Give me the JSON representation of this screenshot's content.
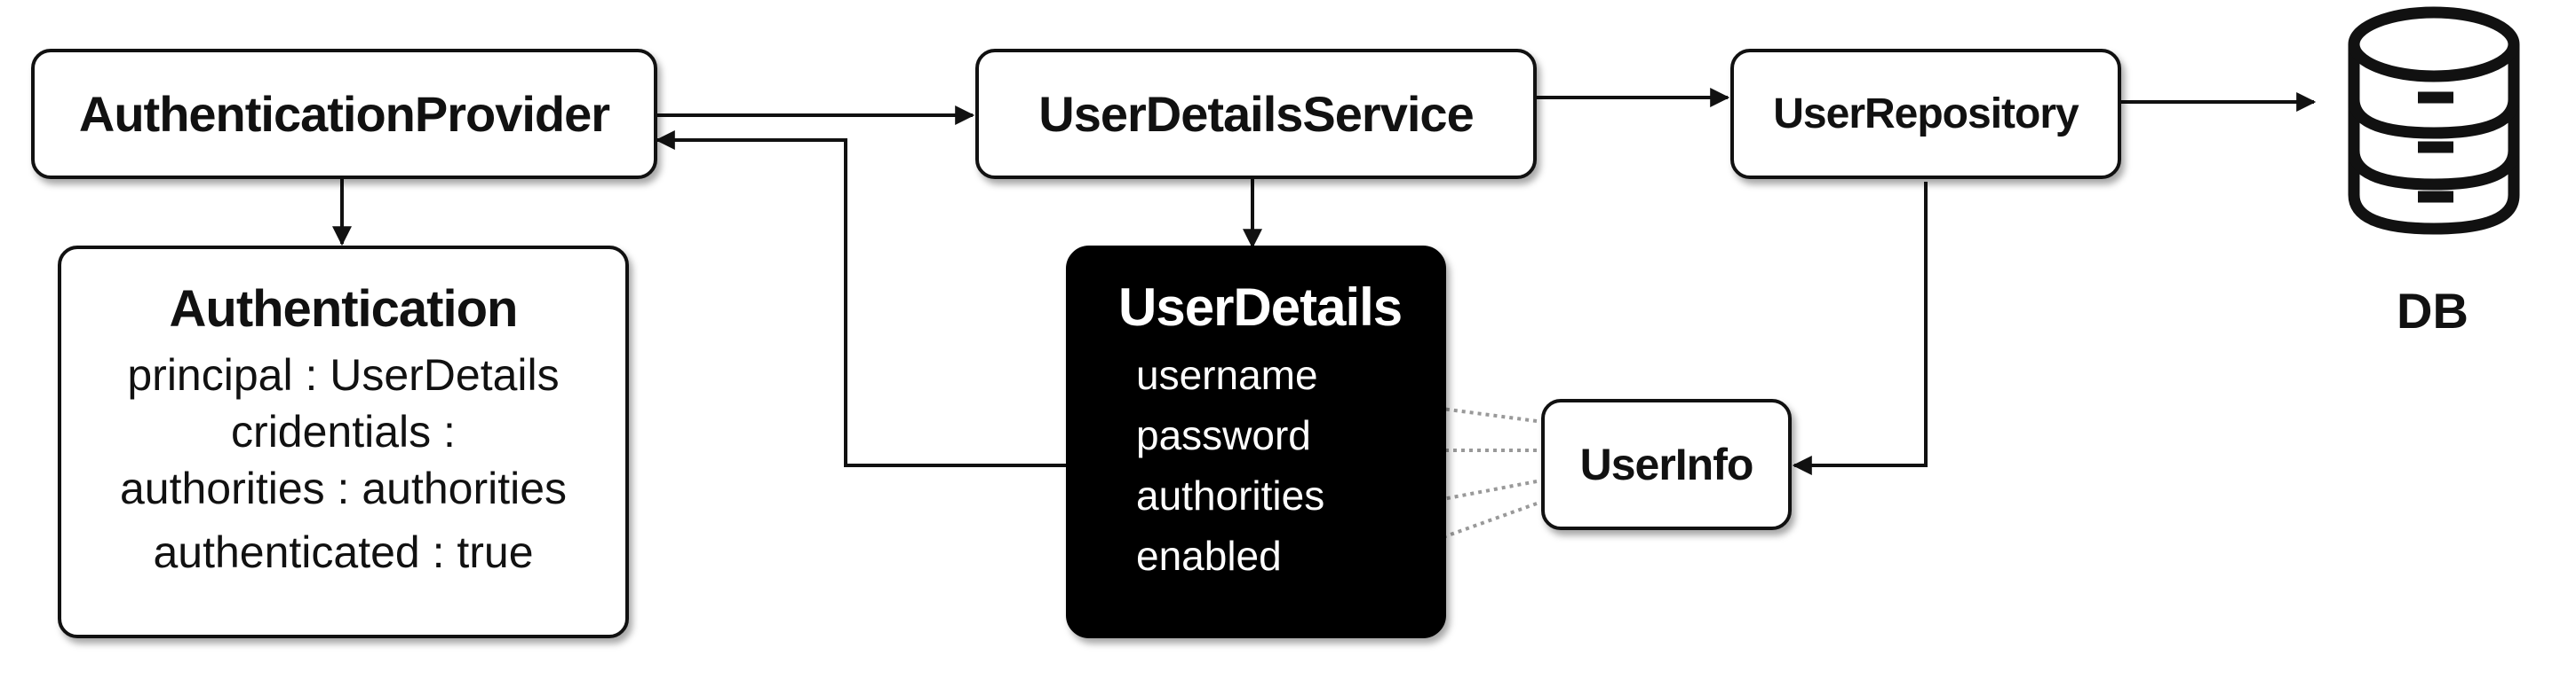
{
  "nodes": {
    "authentication_provider": "AuthenticationProvider",
    "user_details_service": "UserDetailsService",
    "user_repository": "UserRepository",
    "db": "DB",
    "user_info": "UserInfo"
  },
  "authentication": {
    "title": "Authentication",
    "lines": [
      "principal : UserDetails",
      "cridentials :",
      "authorities : authorities",
      "authenticated : true"
    ]
  },
  "user_details": {
    "title": "UserDetails",
    "fields": [
      "username",
      "password",
      "authorities",
      "enabled"
    ]
  },
  "colors": {
    "stroke": "#111111",
    "dark_box": "#000000",
    "dotted_link": "#999999"
  },
  "icons": {
    "db": "database-icon"
  }
}
